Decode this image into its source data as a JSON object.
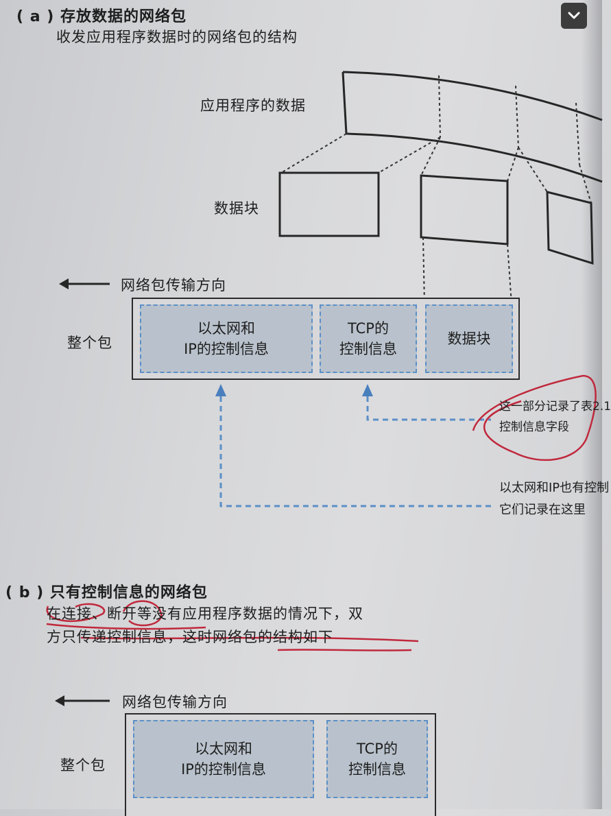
{
  "section_a": {
    "label": "( a )",
    "title": "存放数据的网络包",
    "subtitle": "收发应用程序数据时的网络包的结构",
    "app_data_label": "应用程序的数据",
    "data_block_label": "数据块",
    "direction_label": "网络包传输方向",
    "whole_packet_label": "整个包",
    "cell_ethernet_line1": "以太网和",
    "cell_ethernet_line2": "IP的控制信息",
    "cell_tcp_line1": "TCP的",
    "cell_tcp_line2": "控制信息",
    "cell_data": "数据块",
    "note_tcp_line1": "这一部分记录了表2.1",
    "note_tcp_line2": "控制信息字段",
    "note_ip_line1": "以太网和IP也有控制",
    "note_ip_line2": "它们记录在这里"
  },
  "section_b": {
    "label": "( b )",
    "title": "只有控制信息的网络包",
    "desc_line1": "在连接、断开等没有应用程序数据的情况下，双",
    "desc_line2": "方只传递控制信息，这时网络包的结构如下",
    "direction_label": "网络包传输方向",
    "whole_packet_label": "整个包",
    "cell_ethernet_line1": "以太网和",
    "cell_ethernet_line2": "IP的控制信息",
    "cell_tcp_line1": "TCP的",
    "cell_tcp_line2": "控制信息"
  },
  "colors": {
    "dashed_blue": "#5b8fc7",
    "cell_fill": "#b9c2cc",
    "pen_red": "#c0283c"
  },
  "icons": {
    "collapse": "chevron-down-icon"
  }
}
